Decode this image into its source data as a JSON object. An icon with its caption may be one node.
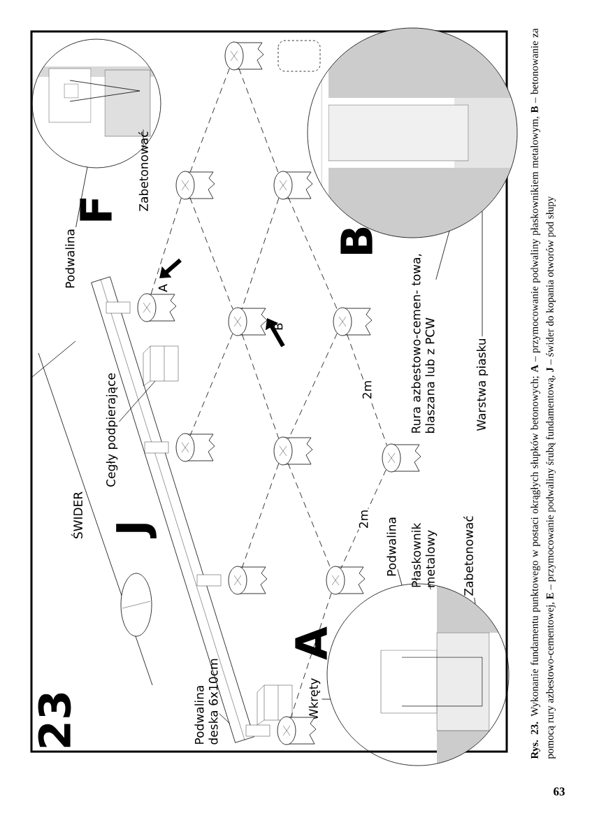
{
  "diagram": {
    "caption": "**Rys. 23.** Wykonanie fundamentu punktowego w postaci okrągłych słupków betonowych; **A** – przymocowanie podwaliny płaskownikiem metalowym, **B** – betonowanie za pomocą rury azbestowo-cementowej, **E** – przymocowanie podwaliny śrubą fundamentową, **J** – świder do kopania otworów pod słupy",
    "nodes": [
      {
        "text": [
          "Podwalina"
        ]
      },
      {
        "text": [
          "Zabetonować"
        ]
      },
      {
        "text": [
          "Cegły podpierające"
        ]
      },
      {
        "text": [
          "Rura azbestowo-cemen- towa, blaszana lub z PCW"
        ]
      },
      {
        "text": [
          "Warstwa piasku"
        ]
      },
      {
        "text": [
          "Podwalina"
        ]
      },
      {
        "text": [
          "Płaskownik metalowy"
        ]
      },
      {
        "text": [
          "Zabetonować"
        ]
      },
      {
        "text": [
          "Wkręty"
        ]
      },
      {
        "text": [
          "Podwalina deska 6x10cm"
        ]
      },
      {
        "text": [],
        "shape": "cylinder"
      },
      {
        "text": [],
        "shape": "cylinder"
      },
      {
        "text": [],
        "shape": "cylinder"
      },
      {
        "text": [],
        "shape": "cylinder"
      },
      {
        "text": [],
        "shape": "cylinder"
      },
      {
        "text": [],
        "shape": "cylinder"
      },
      {
        "text": [],
        "shape": "cylinder"
      },
      {
        "text": [],
        "shape": "cylinder"
      },
      {
        "text": [],
        "shape": "cylinder"
      },
      {
        "text": [],
        "shape": "cylinder"
      },
      {
        "text": [],
        "shape": "cylinder"
      },
      {
        "text": [],
        "shape": "cylinder"
      },
      {
        "text": [],
        "shape": "circle"
      },
      {
        "text": [],
        "shape": "circle"
      },
      {
        "text": [],
        "shape": "circle"
      },
      {
        "text": [],
        "shape": "bar"
      },
      {
        "text": [],
        "shape": "box"
      },
      {
        "text": [],
        "shape": "box"
      }
    ],
    "edges": [
      {
        "from": 0,
        "to": 22,
        "arrow": "none"
      },
      {
        "from": 1,
        "to": 22,
        "arrow": "none"
      },
      {
        "from": 2,
        "to": 26,
        "arrow": "none"
      },
      {
        "from": 3,
        "to": 23,
        "arrow": "none"
      },
      {
        "from": 4,
        "to": 23,
        "arrow": "none"
      },
      {
        "from": 5,
        "to": 24,
        "arrow": "none"
      },
      {
        "from": 6,
        "to": 24,
        "arrow": "none"
      },
      {
        "from": 7,
        "to": 24,
        "arrow": "none"
      },
      {
        "from": 8,
        "to": 24,
        "arrow": "none"
      },
      {
        "from": 9,
        "to": 25,
        "arrow": "none"
      },
      {
        "from": 10,
        "to": 12,
        "arrow": "none",
        "style": "dashed"
      },
      {
        "from": 12,
        "to": 15,
        "arrow": "none",
        "style": "dashed"
      },
      {
        "from": 15,
        "to": 18,
        "arrow": "none",
        "style": "dashed",
        "label": "2m"
      },
      {
        "from": 11,
        "to": 14,
        "arrow": "none",
        "style": "dashed"
      },
      {
        "from": 14,
        "to": 17,
        "arrow": "none",
        "style": "dashed"
      },
      {
        "from": 17,
        "to": 20,
        "arrow": "none",
        "style": "dashed"
      },
      {
        "from": 10,
        "to": 11,
        "arrow": "none",
        "style": "dashed"
      },
      {
        "from": 11,
        "to": 13,
        "arrow": "none",
        "style": "dashed"
      },
      {
        "from": 12,
        "to": 14,
        "arrow": "none",
        "style": "dashed"
      },
      {
        "from": 14,
        "to": 16,
        "arrow": "none",
        "style": "dashed"
      },
      {
        "from": 15,
        "to": 17,
        "arrow": "none",
        "style": "dashed"
      },
      {
        "from": 17,
        "to": 19,
        "arrow": "none",
        "style": "dashed"
      },
      {
        "from": 18,
        "to": 20,
        "arrow": "none",
        "style": "dashed",
        "label": "2m"
      },
      {
        "from": 20,
        "to": 21,
        "arrow": "none",
        "style": "dashed"
      }
    ],
    "labels": [
      "ŚWIDER",
      "J",
      "23",
      "F",
      "B",
      "A",
      "A",
      "B",
      "63"
    ]
  }
}
